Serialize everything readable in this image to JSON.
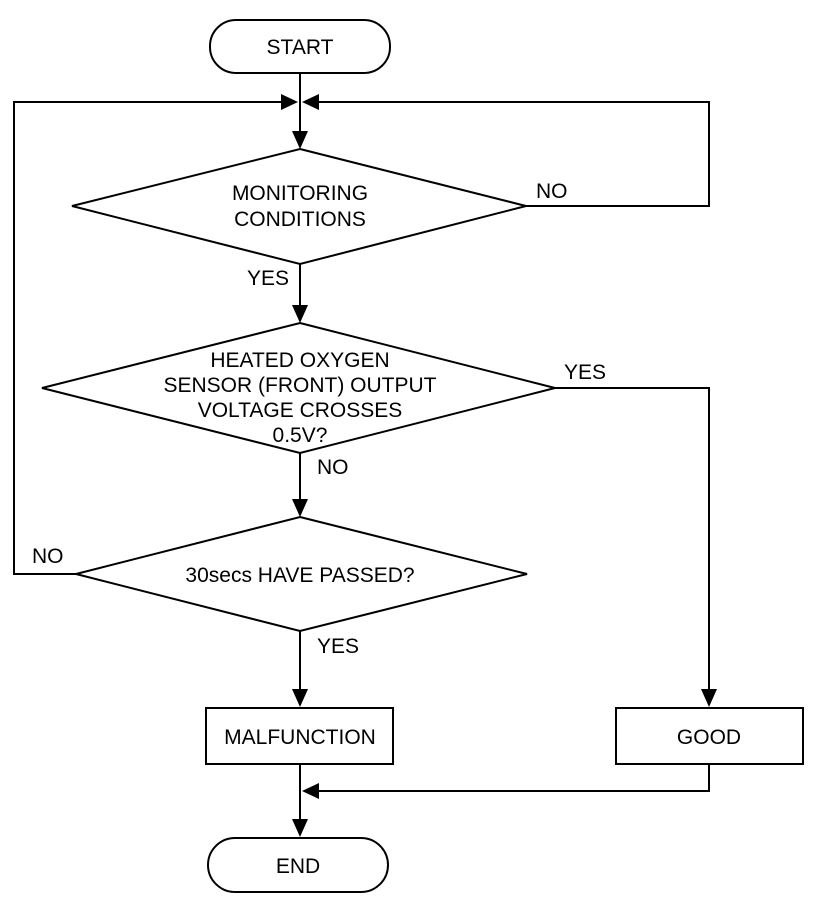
{
  "colors": {
    "background": "#ffffff",
    "stroke": "#000000",
    "text": "#000000"
  },
  "nodes": {
    "start": "START",
    "monitoring_line1": "MONITORING",
    "monitoring_line2": "CONDITIONS",
    "sensor_line1": "HEATED OXYGEN",
    "sensor_line2": "SENSOR (FRONT) OUTPUT",
    "sensor_line3": "VOLTAGE CROSSES",
    "sensor_line4": "0.5V?",
    "timer": "30secs HAVE PASSED?",
    "malfunction": "MALFUNCTION",
    "good": "GOOD",
    "end": "END"
  },
  "edges": {
    "monitoring_no": "NO",
    "monitoring_yes": "YES",
    "sensor_yes": "YES",
    "sensor_no": "NO",
    "timer_no": "NO",
    "timer_yes": "YES"
  }
}
